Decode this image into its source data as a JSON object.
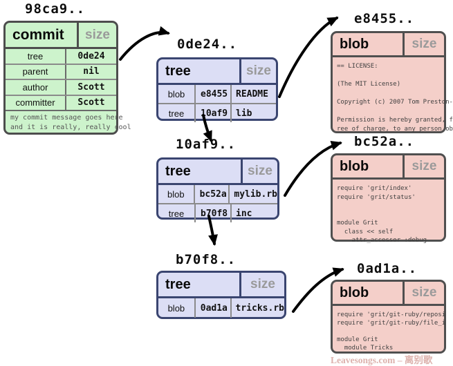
{
  "colors": {
    "commit_fill": "#cdf3cc",
    "commit_border": "#4d4d4d",
    "tree_fill": "#dcdef5",
    "tree_border": "#3a4570",
    "blob_fill": "#f4cfc9",
    "blob_border": "#4f4f4f",
    "size_text": "#9a9a9a",
    "arrow": "#000000",
    "watermark_text": "#ddb2ad"
  },
  "commit": {
    "hash_label": "98ca9..",
    "type_label": "commit",
    "size_label": "size",
    "rows": [
      {
        "key": "tree",
        "value": "0de24"
      },
      {
        "key": "parent",
        "value": "nil"
      },
      {
        "key": "author",
        "value": "Scott"
      },
      {
        "key": "committer",
        "value": "Scott"
      }
    ],
    "message_lines": [
      "my commit message goes here",
      "and it is really, really cool"
    ]
  },
  "trees": [
    {
      "hash_label": "0de24..",
      "type_label": "tree",
      "size_label": "size",
      "rows": [
        {
          "type": "blob",
          "hash": "e8455",
          "name": "README"
        },
        {
          "type": "tree",
          "hash": "10af9",
          "name": "lib"
        }
      ]
    },
    {
      "hash_label": "10af9..",
      "type_label": "tree",
      "size_label": "size",
      "rows": [
        {
          "type": "blob",
          "hash": "bc52a",
          "name": "mylib.rb"
        },
        {
          "type": "tree",
          "hash": "b70f8",
          "name": "inc"
        }
      ]
    },
    {
      "hash_label": "b70f8..",
      "type_label": "tree",
      "size_label": "size",
      "rows": [
        {
          "type": "blob",
          "hash": "0ad1a",
          "name": "tricks.rb"
        }
      ]
    }
  ],
  "blobs": [
    {
      "hash_label": "e8455..",
      "type_label": "blob",
      "size_label": "size",
      "lines": [
        "== LICENSE:",
        "",
        "(The MIT License)",
        "",
        "Copyright (c) 2007 Tom Preston-",
        "",
        "Permission is hereby granted, f",
        "ree of charge, to any person ob"
      ]
    },
    {
      "hash_label": "bc52a..",
      "type_label": "blob",
      "size_label": "size",
      "lines": [
        "require 'grit/index'",
        "require 'grit/status'",
        "",
        "",
        "module Grit",
        "  class << self",
        "    attr_accessor :debug"
      ]
    },
    {
      "hash_label": "0ad1a..",
      "type_label": "blob",
      "size_label": "size",
      "lines": [
        "require 'grit/git-ruby/reposi",
        "require 'grit/git-ruby/file_i",
        "",
        "module Grit",
        "  module Tricks"
      ]
    }
  ],
  "watermark": "Leavesongs.com – 离别歌"
}
